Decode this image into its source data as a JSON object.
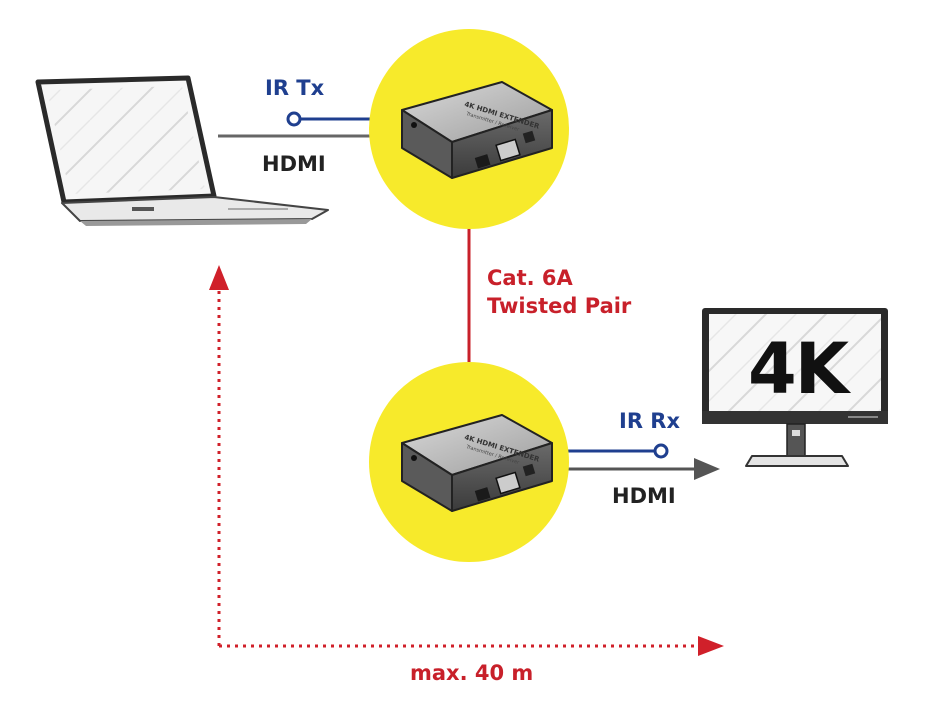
{
  "labels": {
    "ir_tx": "IR Tx",
    "hdmi_tx": "HDMI",
    "cable": "Cat. 6A",
    "cable_type": "Twisted Pair",
    "ir_rx": "IR Rx",
    "hdmi_rx": "HDMI",
    "distance": "max. 40 m"
  },
  "monitor": {
    "resolution_text": "4K"
  },
  "device": {
    "title": "4K HDMI EXTENDER",
    "subtitle": "Transmitter / Receiver"
  },
  "colors": {
    "highlight": "#f7ea2b",
    "ir_line": "#1f3f8f",
    "cable_line": "#c8202a",
    "hdmi_line": "#555555",
    "distance_arrow": "#d0202a"
  },
  "icons": [
    "laptop-icon",
    "monitor-icon",
    "transmitter-icon",
    "receiver-icon"
  ]
}
